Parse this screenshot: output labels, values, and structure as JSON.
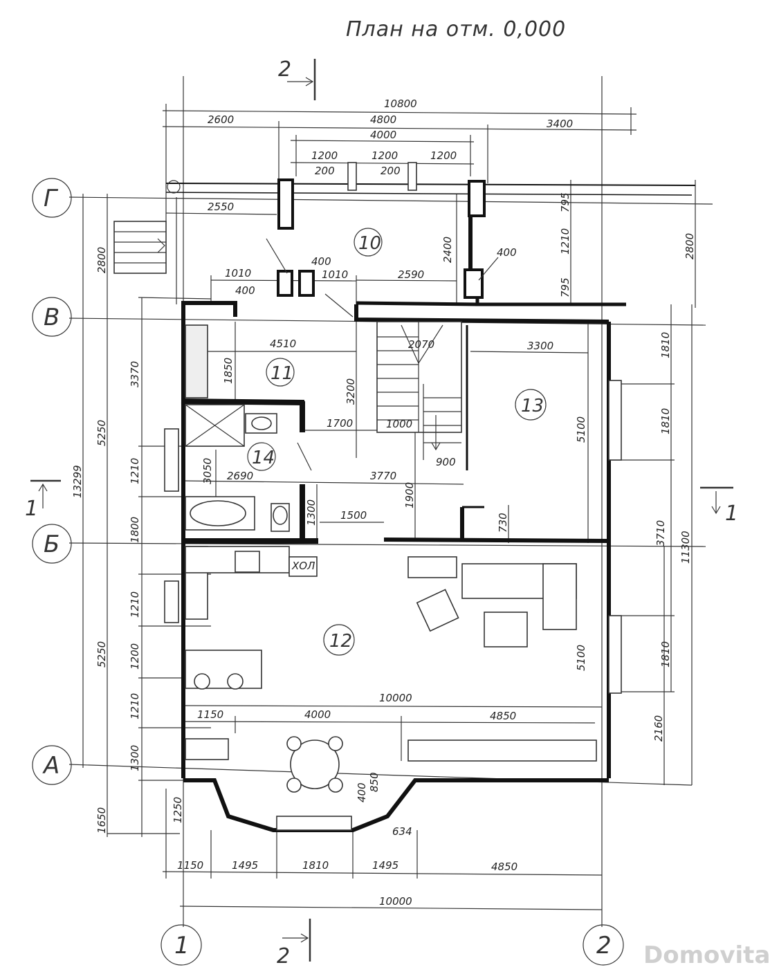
{
  "title": "План на отм. 0,000",
  "watermark": "Domovita",
  "axes": {
    "rows": [
      "Г",
      "В",
      "Б",
      "А"
    ],
    "cols": [
      "1",
      "2"
    ]
  },
  "sections": {
    "top": "2",
    "bottom": "2",
    "left": "1",
    "right": "1"
  },
  "rooms": [
    "10",
    "11",
    "12",
    "13",
    "14"
  ],
  "labels": {
    "hall": "ХОЛ"
  },
  "dims": {
    "top_total": "10800",
    "top_a": "2600",
    "top_b": "4800",
    "top_c": "4000",
    "top_d": "3400",
    "top_e1": "1200",
    "top_e2": "1200",
    "top_e3": "1200",
    "top_p1": "200",
    "top_p2": "200",
    "porch_w": "2550",
    "r10_1": "1010",
    "r10_2": "400",
    "r10_3": "400",
    "r10_4": "1010",
    "r10_5": "2590",
    "r10_6": "2400",
    "r10_7": "400",
    "r11_w": "4510",
    "r11_h": "1850",
    "stair_w": "2070",
    "stair_h": "3200",
    "stair_a": "1000",
    "stair_b": "900",
    "r13_w": "3300",
    "r13_h": "5100",
    "r14_a": "1700",
    "r14_b": "3050",
    "r14_c": "2690",
    "mid_a": "3770",
    "mid_b": "1900",
    "mid_c": "1300",
    "mid_d": "1500",
    "mid_e": "730",
    "r12_h": "5100",
    "r12_w": "10000",
    "low_a": "1150",
    "low_b": "4000",
    "low_c": "4850",
    "bay_a": "850",
    "bay_b": "400",
    "bay_c": "634",
    "bot_a": "1150",
    "bot_b": "1495",
    "bot_c": "1810",
    "bot_d": "1495",
    "bot_e": "4850",
    "bot_total": "10000",
    "left_2800": "2800",
    "left_3370": "3370",
    "left_5250a": "5250",
    "left_1210a": "1210",
    "left_13299": "13299",
    "left_1800": "1800",
    "left_1210b": "1210",
    "left_5250b": "5250",
    "left_1200": "1200",
    "left_1210c": "1210",
    "left_1300": "1300",
    "left_1650": "1650",
    "left_1250": "1250",
    "right_795a": "795",
    "right_1210": "1210",
    "right_795b": "795",
    "right_2800": "2800",
    "right_1810a": "1810",
    "right_1810b": "1810",
    "right_3710": "3710",
    "right_11300": "11300",
    "right_1810c": "1810",
    "right_2160": "2160"
  }
}
